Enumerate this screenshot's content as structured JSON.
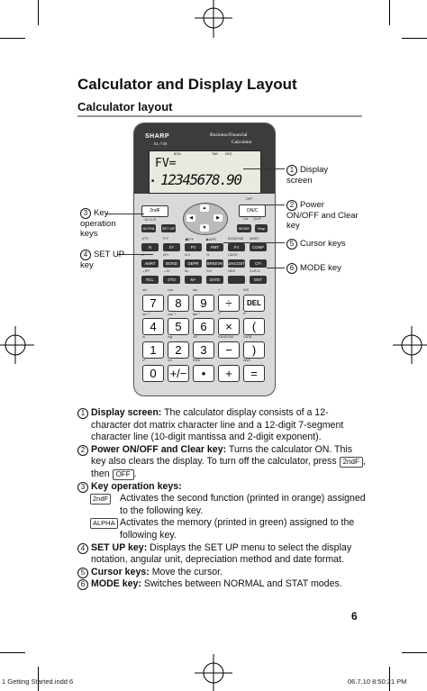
{
  "page": {
    "title": "Calculator and Display Layout",
    "subtitle": "Calculator layout",
    "page_number": "6",
    "footer_left": "1 Getting Started.indd   6",
    "footer_right": "06.7.10   8:50:21 PM"
  },
  "calculator": {
    "brand": "SHARP",
    "model": "EL-738",
    "type_line1": "Business/Financial",
    "type_line2": "Calculator",
    "indicators": [
      "BGN",
      "TAB",
      "DEG"
    ],
    "display_line1": "FV=",
    "display_line2": "12345678.90",
    "display_flag": "■",
    "top_keys": [
      "2ndF",
      "M-CLR",
      "ALPHA",
      "SET UP",
      "ON/C",
      "MODE",
      "▲",
      "▼",
      "◀",
      "▶"
    ],
    "top_labels": [
      "OFF",
      "QUIT",
      "CA",
      "%wp"
    ],
    "fin_row1": [
      "N",
      "I/Y",
      "PV",
      "PMT",
      "FV",
      "COMP"
    ],
    "fin_row1_labels": [
      "×P/Y",
      "P/Y",
      "◀EFF",
      "▶APR",
      "BGN/END",
      "AMRT"
    ],
    "fin_row2": [
      "AMRT",
      "BOND",
      "DEPR",
      "BRKEVN",
      "Δ%COST",
      "CFi"
    ],
    "fin_row2_labels": [
      "n!",
      "nPr",
      "nCr",
      "%",
      "CASH",
      ""
    ],
    "fin_row3": [
      "RCL",
      "STO",
      "M+",
      "DATE",
      "",
      "ENT"
    ],
    "fin_row3_labels": [
      "→RP",
      "→Cr",
      "M–",
      "Σd+",
      "NEG",
      "CLR-D"
    ],
    "num_row1": [
      "7",
      "8",
      "9",
      "÷",
      "DEL"
    ],
    "num_row1_labels": [
      "sin",
      "cos",
      "tan",
      "√",
      "INS"
    ],
    "num_row2": [
      "4",
      "5",
      "6",
      "×",
      "("
    ],
    "num_row2_labels": [
      "sin⁻¹",
      "cos⁻¹",
      "tan⁻¹",
      "x²",
      "eˣ"
    ],
    "num_row3": [
      "1",
      "2",
      "3",
      "−",
      ")"
    ],
    "num_row3_labels": [
      "ln",
      "log",
      "10ˣ",
      "RANDOM",
      "DATA"
    ],
    "num_row4": [
      "0",
      "+/−",
      "•",
      "+",
      "="
    ],
    "num_row4_labels": [
      "x²",
      "1/x",
      "RND",
      "",
      "ANS"
    ]
  },
  "callouts": {
    "c1": {
      "num": "1",
      "text": "Display screen"
    },
    "c2": {
      "num": "2",
      "text": "Power ON/OFF and Clear key"
    },
    "c3": {
      "num": "3",
      "text": "Key operation keys"
    },
    "c4": {
      "num": "4",
      "text": "SET UP key"
    },
    "c5": {
      "num": "5",
      "text": "Cursor keys"
    },
    "c6": {
      "num": "6",
      "text": "MODE key"
    }
  },
  "descriptions": {
    "d1": {
      "num": "1",
      "head": "Display screen:",
      "body": " The calculator display consists of a 12-character dot matrix character line and a 12-digit 7-segment character line (10-digit mantissa and 2-digit exponent)."
    },
    "d2": {
      "num": "2",
      "head": "Power ON/OFF and Clear key:",
      "body": " Turns the calculator ON. This key also clears the display. To turn off the calculator, press",
      "key1": "2ndF",
      "mid": ", then",
      "key2": "OFF",
      "end": "."
    },
    "d3": {
      "num": "3",
      "head": "Key operation keys:",
      "sub1_key": "2ndF",
      "sub1_text": "Activates the second function (printed in orange) assigned to the following key.",
      "sub2_key": "ALPHA",
      "sub2_text": "Activates the memory (printed in green) assigned to the following key."
    },
    "d4": {
      "num": "4",
      "head": "SET UP key:",
      "body": " Displays the SET UP menu to select the display notation, angular unit, depreciation method and date format."
    },
    "d5": {
      "num": "5",
      "head": "Cursor keys:",
      "body": " Move the cursor."
    },
    "d6": {
      "num": "6",
      "head": "MODE key:",
      "body": " Switches between NORMAL and STAT modes."
    }
  }
}
